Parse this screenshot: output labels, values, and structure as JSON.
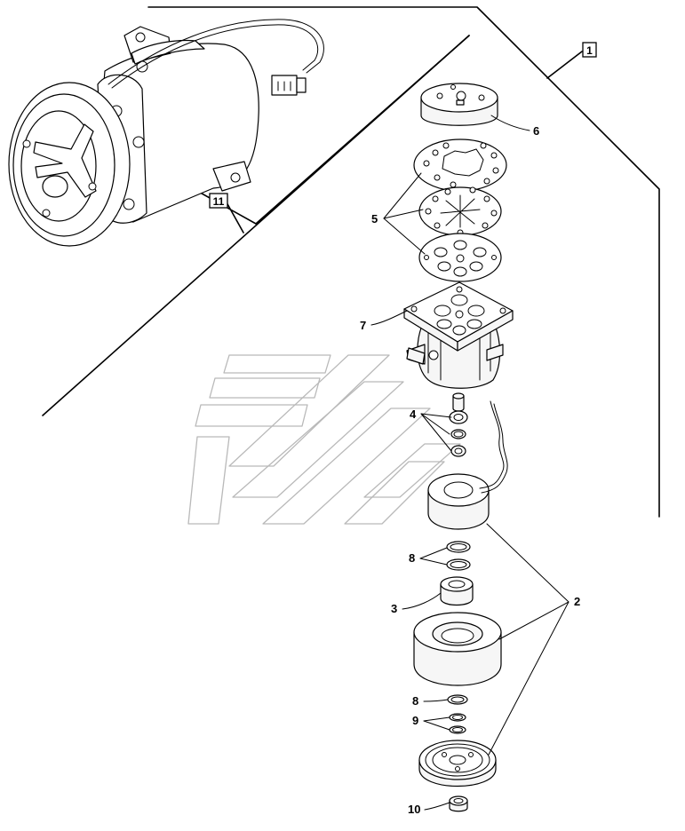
{
  "diagram": {
    "callouts": {
      "c1": "1",
      "c2": "2",
      "c3": "3",
      "c4": "4",
      "c5": "5",
      "c6": "6",
      "c7": "7",
      "c8a": "8",
      "c8b": "8",
      "c9": "9",
      "c10": "10",
      "c11": "11"
    }
  }
}
